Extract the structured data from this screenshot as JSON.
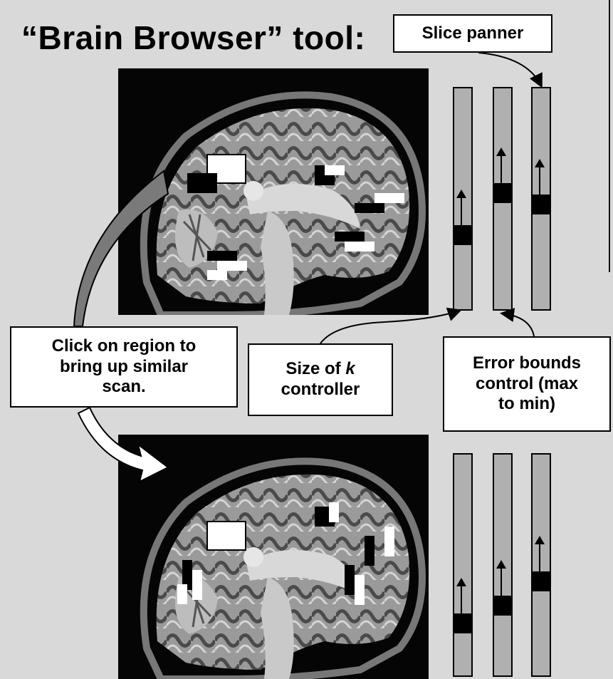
{
  "title": "“Brain Browser” tool:",
  "callouts": {
    "slice_panner": "Slice panner",
    "click_region": [
      "Click on region to",
      "bring up similar",
      "scan."
    ],
    "size_k": {
      "prefix": "Size of ",
      "k": "k",
      "line2": "controller"
    },
    "error_bounds": [
      "Error bounds",
      "control (max",
      "to min)"
    ]
  },
  "colors": {
    "background": "#d9d9d9",
    "slider_track": "#b0b0b0",
    "region_marker": "#000000",
    "highlight": "#ffffff"
  },
  "sliders": {
    "top": {
      "size_of_k": 0.62,
      "error_bounds": 0.43,
      "slice_panner": 0.48
    },
    "bottom": {
      "size_of_k": 0.72,
      "error_bounds": 0.64,
      "slice_panner": 0.53
    }
  }
}
